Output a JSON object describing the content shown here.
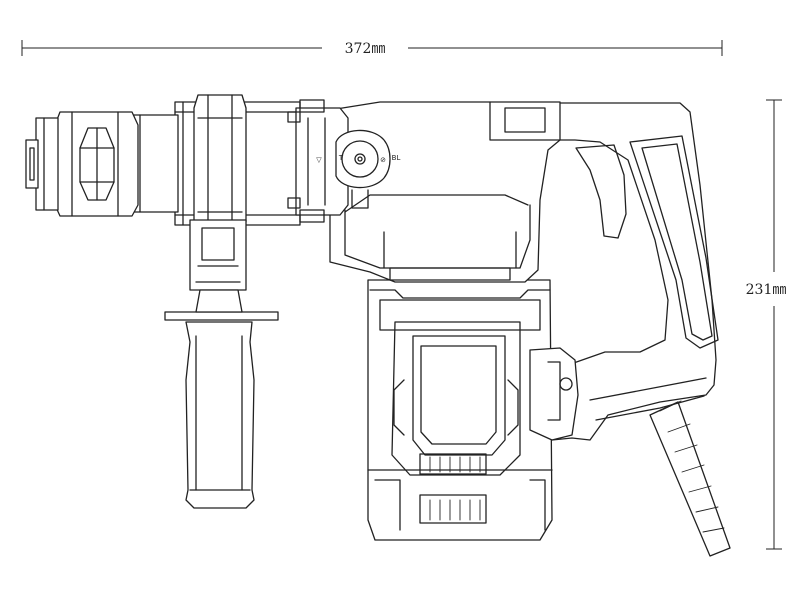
{
  "dimensions": {
    "length": "372㎜",
    "height": "231㎜"
  },
  "mode_selector": {
    "labels": [
      "▽",
      "T",
      "⊘",
      "BL"
    ]
  }
}
